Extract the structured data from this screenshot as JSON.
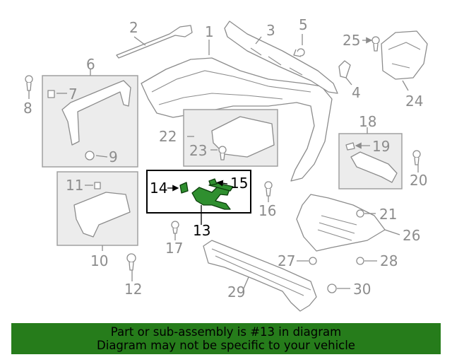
{
  "callouts": [
    "1",
    "2",
    "3",
    "4",
    "5",
    "6",
    "7",
    "8",
    "9",
    "10",
    "11",
    "12",
    "13",
    "14",
    "15",
    "16",
    "17",
    "18",
    "19",
    "20",
    "21",
    "22",
    "23",
    "24",
    "25",
    "26",
    "27",
    "28",
    "29",
    "30"
  ],
  "highlighted_part": "13",
  "footer": {
    "line1": "Part or sub-assembly is #13 in diagram",
    "line2": "Diagram may not be specific to your vehicle"
  },
  "colors": {
    "highlight": "#2f8f2f",
    "footer_bg": "#267c1b",
    "label_gray": "#8c8c8c"
  }
}
